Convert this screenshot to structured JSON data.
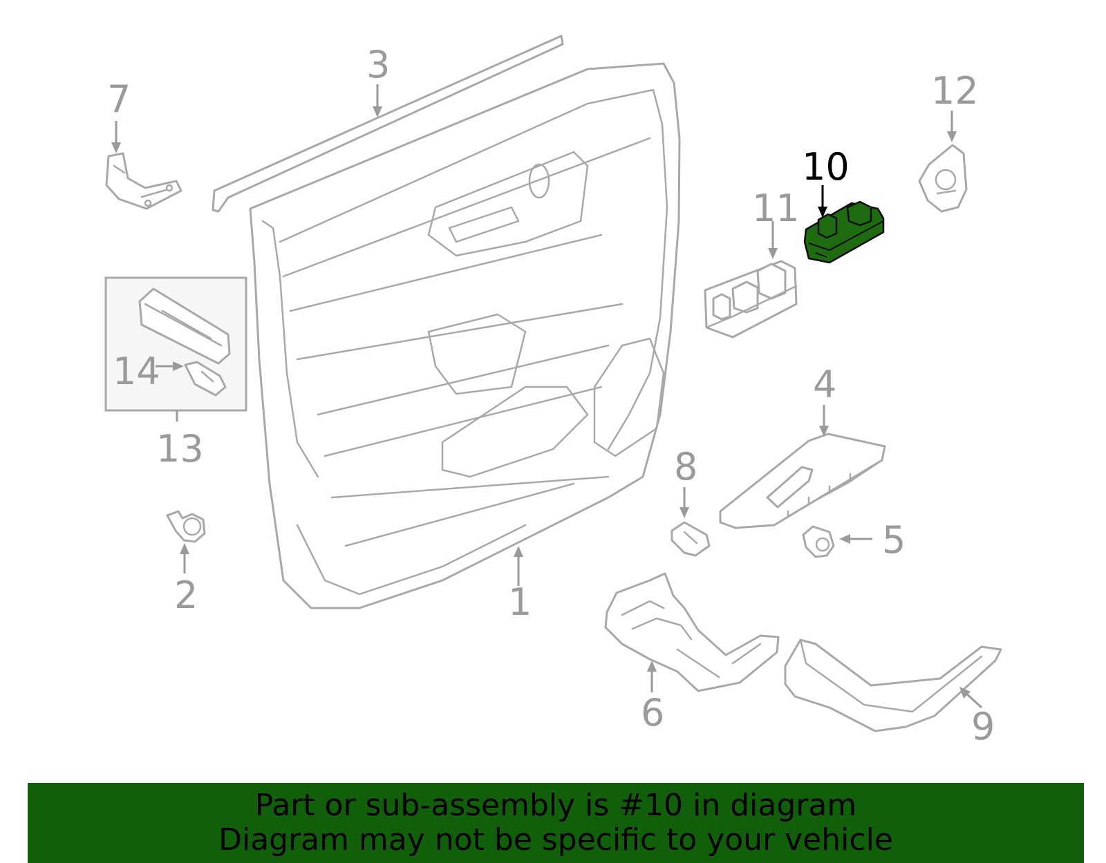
{
  "colors": {
    "line_art": "#a8a8a8",
    "callout_number": "#9a9a9a",
    "highlight_fill": "#1e6b12",
    "banner_background": "#115e0b",
    "banner_text": "#000000"
  },
  "highlighted_part": "10",
  "callouts": {
    "c1": "1",
    "c2": "2",
    "c3": "3",
    "c4": "4",
    "c5": "5",
    "c6": "6",
    "c7": "7",
    "c8": "8",
    "c9": "9",
    "c10": "10",
    "c11": "11",
    "c12": "12",
    "c13": "13",
    "c14": "14"
  },
  "banner": {
    "line1": "Part or sub-assembly is #10 in diagram",
    "line2": "Diagram may not be specific to your vehicle"
  }
}
